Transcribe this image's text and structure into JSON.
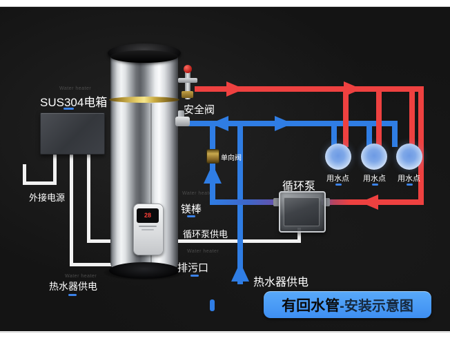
{
  "colors": {
    "hot_pipe": "#ee4140",
    "cold_pipe": "#2f7de4",
    "wire": "#f2f2f2",
    "accent_dash": "#3b82e8",
    "badge_bg": "#4a9cf7",
    "gold_ring": "#d9bc52",
    "background": "#141414"
  },
  "heater": {
    "box_label": "SUS304电箱",
    "display_value": "28"
  },
  "labels": {
    "external_power": "外接电源",
    "heater_power_left": "热水器供电",
    "safety_valve": "安全阀",
    "check_valve": "单向阀",
    "magnesium_rod": "镁棒",
    "pump_power": "循环泵供电",
    "drain_outlet": "排污口",
    "pump": "循环泵",
    "heater_power_bottom": "热水器供电"
  },
  "water_points": [
    {
      "label": "用水点"
    },
    {
      "label": "用水点"
    },
    {
      "label": "用水点"
    }
  ],
  "badge": {
    "bold": "有回水管",
    "suffix": "-安装示意图"
  },
  "watermark": "Water heater"
}
